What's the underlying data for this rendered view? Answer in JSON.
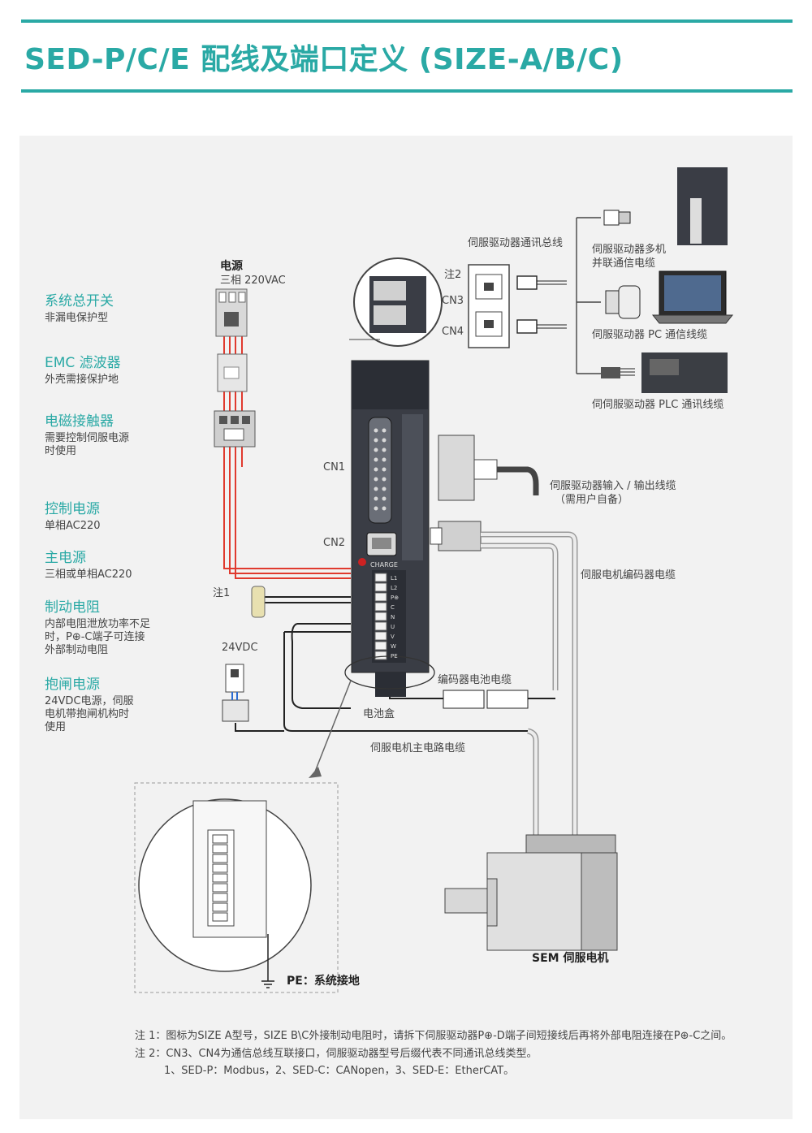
{
  "header": {
    "title": "SED-P/C/E 配线及端口定义 (SIZE-A/B/C)"
  },
  "left_items": [
    {
      "title": "系统总开关",
      "desc": [
        "非漏电保护型"
      ]
    },
    {
      "title": "EMC 滤波器",
      "desc": [
        "外壳需接保护地"
      ]
    },
    {
      "title": "电磁接触器",
      "desc": [
        "需要控制伺服电源",
        "时使用"
      ]
    },
    {
      "title": "控制电源",
      "desc": [
        "单相AC220"
      ]
    },
    {
      "title": "主电源",
      "desc": [
        "三相或单相AC220"
      ]
    },
    {
      "title": "制动电阻",
      "desc": [
        "内部电阻泄放功率不足",
        "时，P⊕-C端子可连接",
        "外部制动电阻"
      ]
    },
    {
      "title": "抱闸电源",
      "desc": [
        "24VDC电源，伺服",
        "电机带抱闸机构时",
        "使用"
      ]
    }
  ],
  "power": {
    "title": "电源",
    "subtitle": "三相 220VAC"
  },
  "labels": {
    "bus_line": "伺服驱动器通讯总线",
    "note2": "注2",
    "cn3": "CN3",
    "cn4": "CN4",
    "multi_cable_1": "伺服驱动器多机",
    "multi_cable_2": "并联通信电缆",
    "pc_cable": "伺服驱动器 PC 通信线缆",
    "plc_cable": "伺伺服驱动器 PLC 通讯线缆",
    "cn1": "CN1",
    "cn2": "CN2",
    "io_cable_1": "伺服驱动器输入 / 输出线缆",
    "io_cable_2": "（需用户自备）",
    "encoder_cable": "伺服电机编码器电缆",
    "note1": "注1",
    "v24": "24VDC",
    "battery_cable": "编码器电池电缆",
    "battery_box": "电池盒",
    "main_cable": "伺服电机主电路电缆",
    "motor": "SEM 伺服电机",
    "pe": "PE：系统接地",
    "charge": "CHARGE",
    "terminals": [
      "L1",
      "L2",
      "P⊕",
      "C",
      "N",
      "U",
      "V",
      "W",
      "PE"
    ]
  },
  "notes": [
    "注 1：图标为SIZE A型号，SIZE B\\C外接制动电阻时，请拆下伺服驱动器P⊕-D端子间短接线后再将外部电阻连接在P⊕-C之间。",
    "注 2：CN3、CN4为通信总线互联接口，伺服驱动器型号后缀代表不同通讯总线类型。",
    "1、SED-P：Modbus，2、SED-C：CANopen，3、SED-E：EtherCAT。"
  ],
  "colors": {
    "accent": "#2aa9a5",
    "wire_red": "#e03a2f",
    "panel": "#f2f2f2"
  }
}
